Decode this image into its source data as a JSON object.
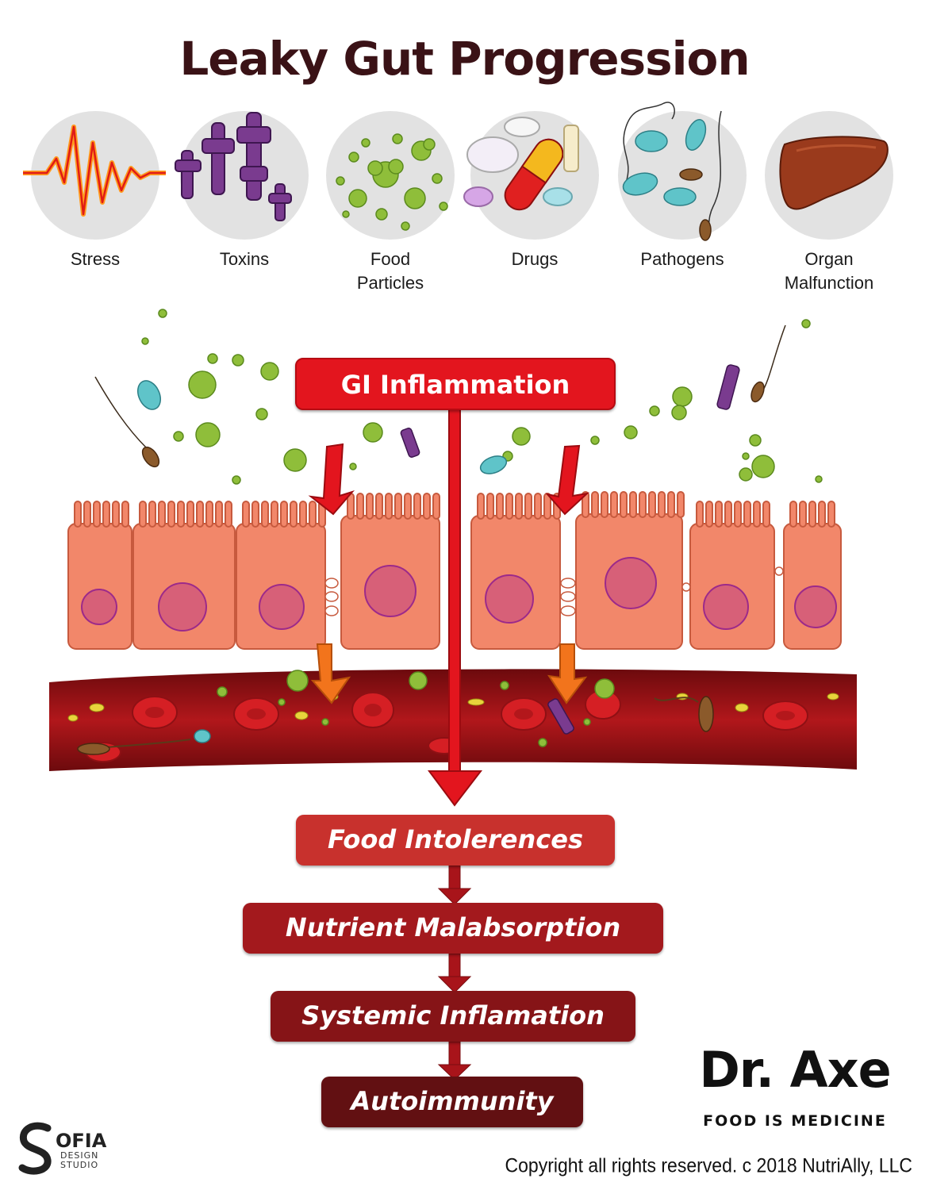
{
  "title": "Leaky Gut Progression",
  "causes": [
    {
      "label": "Stress",
      "icon": "stress-zigzag-icon"
    },
    {
      "label": "Toxins",
      "icon": "toxin-molecules-icon"
    },
    {
      "label": "Food\nParticles",
      "icon": "food-particles-icon"
    },
    {
      "label": "Drugs",
      "icon": "pills-icon"
    },
    {
      "label": "Pathogens",
      "icon": "bacteria-icon"
    },
    {
      "label": "Organ\nMalfunction",
      "icon": "liver-icon"
    }
  ],
  "gi_box": "GI Inflammation",
  "flow": [
    "Food Intolerences",
    "Nutrient Malabsorption",
    "Systemic Inflamation",
    "Autoimmunity"
  ],
  "brand": {
    "name": "Dr. Axe",
    "tagline": "FOOD IS MEDICINE"
  },
  "studio": {
    "name": "OFIA",
    "sub": "DESIGN\nSTUDIO"
  },
  "copyright": "Copyright all rights reserved. c 2018 NutriAlly, LLC",
  "colors": {
    "title": "#3a1216",
    "gi_red": "#e3151e",
    "cell": "#f2876a",
    "nucleus": "#d76078",
    "blood_vessel": "#9c1216",
    "flow_1": "#c8312d",
    "flow_2": "#a3191d",
    "flow_3": "#861417",
    "flow_4": "#621012"
  }
}
